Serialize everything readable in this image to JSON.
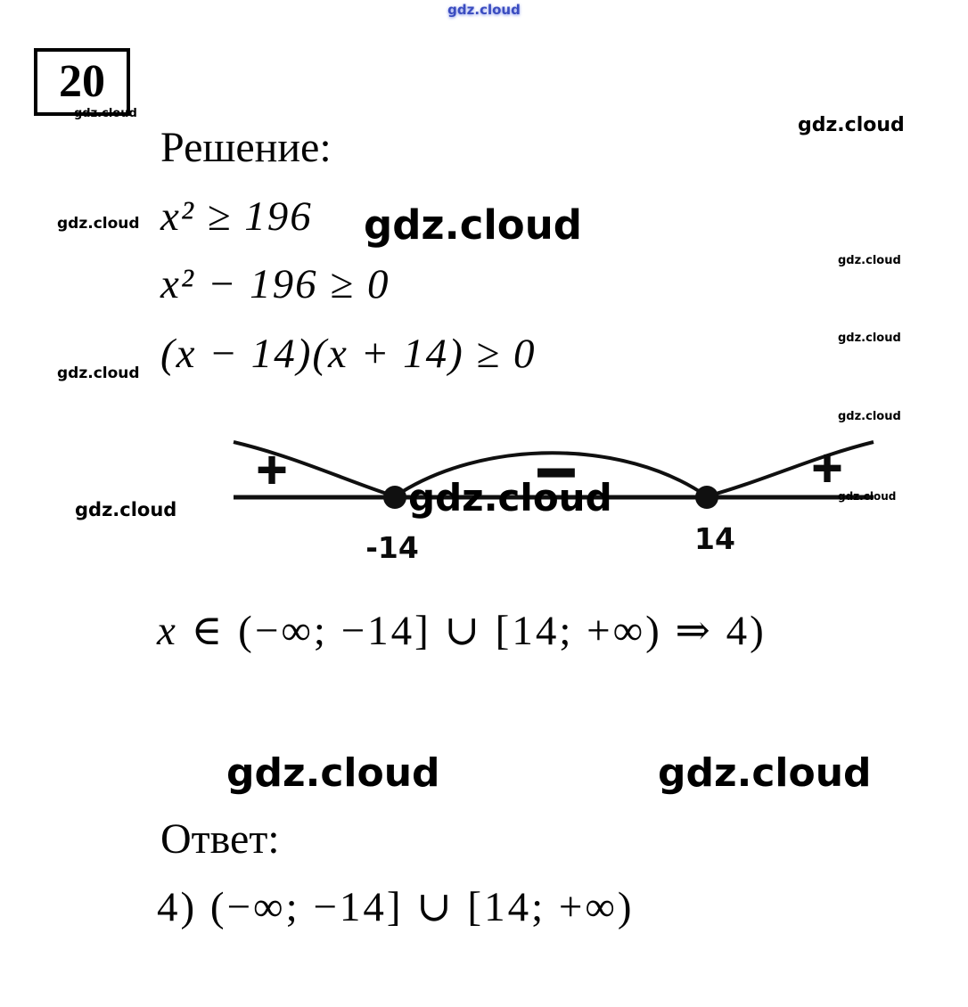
{
  "watermark": "gdz.cloud",
  "problem_number": "20",
  "solution": {
    "heading": "Решение:",
    "step1": "x² ≥ 196",
    "step2": "x² − 196 ≥ 0",
    "step3": "(x − 14)(x + 14) ≥ 0",
    "conclusion_var": "x",
    "conclusion_rest": " ∈ (−∞; −14] ∪ [14; +∞) ⇒ 4)"
  },
  "sign_chart": {
    "signs": [
      "+",
      "−",
      "+"
    ],
    "points": [
      "-14",
      "14"
    ]
  },
  "answer": {
    "heading": "Ответ:",
    "value": "4) (−∞; −14] ∪ [14; +∞)"
  },
  "colors": {
    "ink": "#000000",
    "watermark_blue": "#3a4cc0"
  }
}
